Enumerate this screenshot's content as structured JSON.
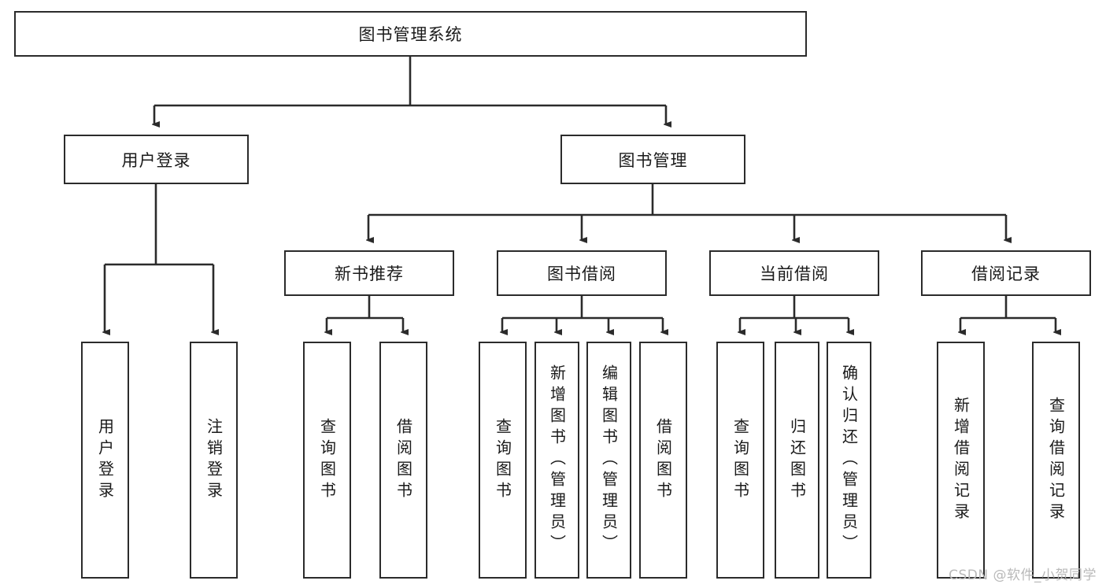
{
  "diagram": {
    "title": "图书管理系统",
    "type": "tree-hierarchy-diagram",
    "colors": {
      "border": "#2b2b2b",
      "background": "#ffffff",
      "text": "#1a1a1a",
      "watermark": "#b9b9b9"
    },
    "watermark": "CSDN @软件_小贺同学",
    "levels": {
      "root": {
        "label": "图书管理系统"
      },
      "level2": [
        {
          "label": "用户登录"
        },
        {
          "label": "图书管理"
        }
      ],
      "level3": [
        {
          "label": "新书推荐"
        },
        {
          "label": "图书借阅"
        },
        {
          "label": "当前借阅"
        },
        {
          "label": "借阅记录"
        }
      ],
      "leaves": {
        "user_login": [
          {
            "label": "用户登录"
          },
          {
            "label": "注销登录"
          }
        ],
        "new_book_recommend": [
          {
            "label": "查询图书"
          },
          {
            "label": "借阅图书"
          }
        ],
        "book_borrow": [
          {
            "label": "查询图书"
          },
          {
            "label": "新增图书（管理员）"
          },
          {
            "label": "编辑图书（管理员）"
          },
          {
            "label": "借阅图书"
          }
        ],
        "current_borrow": [
          {
            "label": "查询图书"
          },
          {
            "label": "归还图书"
          },
          {
            "label": "确认归还（管理员）"
          }
        ],
        "borrow_record": [
          {
            "label": "新增借阅记录"
          },
          {
            "label": "查询借阅记录"
          }
        ]
      }
    }
  }
}
